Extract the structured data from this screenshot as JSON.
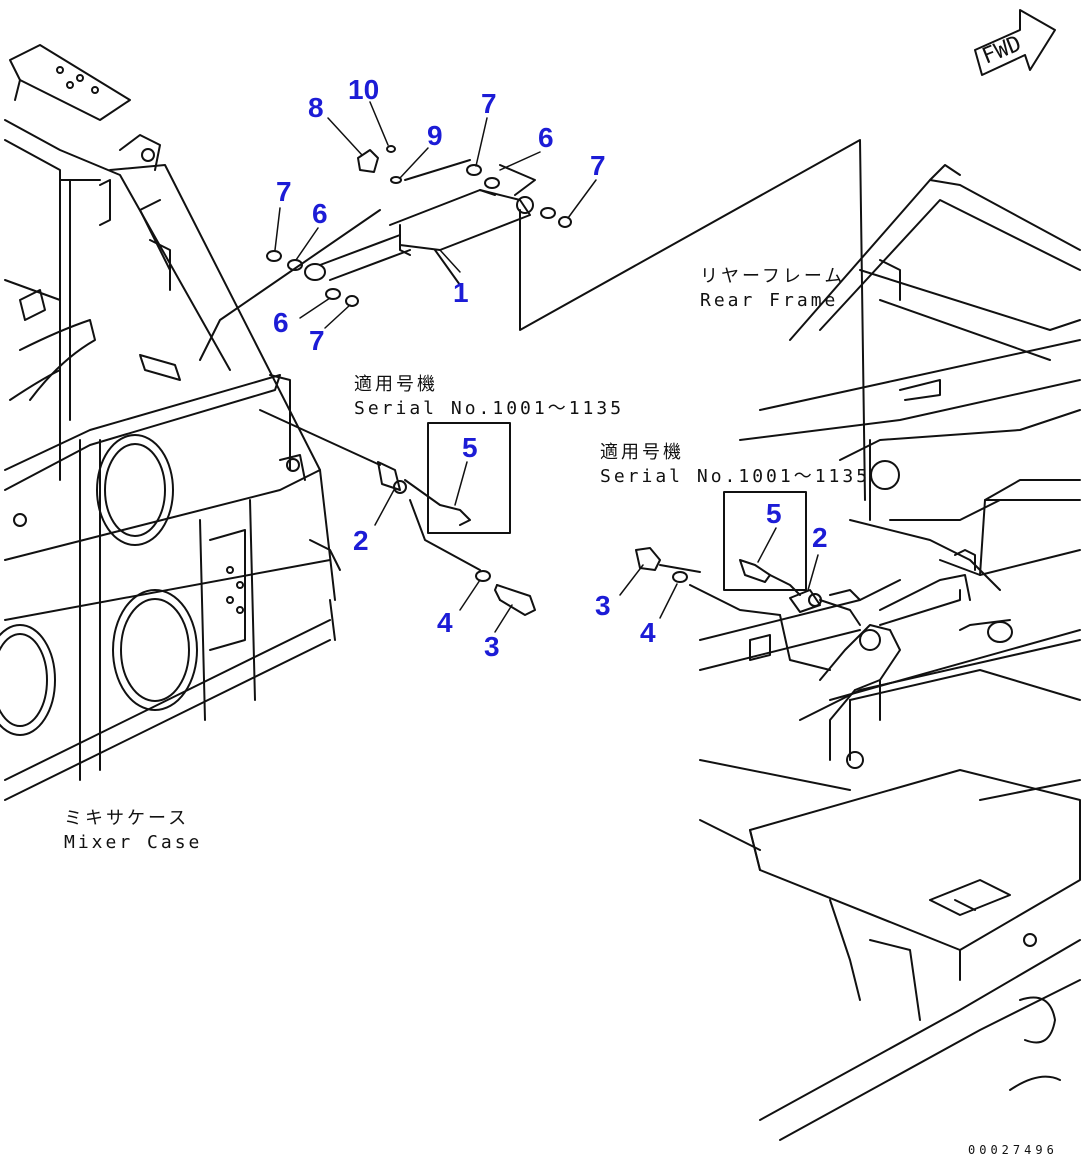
{
  "callouts": {
    "c1": "1",
    "c2a": "2",
    "c2b": "2",
    "c3a": "3",
    "c3b": "3",
    "c4a": "4",
    "c4b": "4",
    "c5a": "5",
    "c5b": "5",
    "c6a": "6",
    "c6b": "6",
    "c6c": "6",
    "c7a": "7",
    "c7b": "7",
    "c7c": "7",
    "c7d": "7",
    "c8": "8",
    "c9": "9",
    "c10": "10"
  },
  "labels": {
    "rear_frame_jp": "リヤーフレーム",
    "rear_frame_en": "Rear Frame",
    "mixer_case_jp": "ミキサケース",
    "mixer_case_en": "Mixer Case",
    "serial_jp_left": "適用号機",
    "serial_en_left": "Serial No.1001～1135",
    "serial_jp_right": "適用号機",
    "serial_en_right": "Serial No.1001～1135",
    "fwd": "FWD",
    "doc_number": "00027496"
  },
  "colors": {
    "callout": "#1c1cd6",
    "line": "#111111"
  }
}
